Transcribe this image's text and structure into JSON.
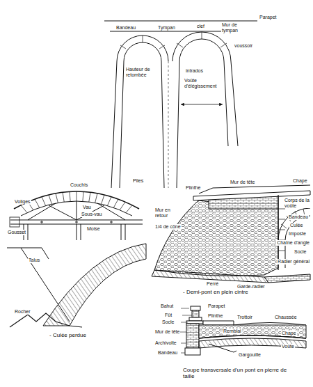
{
  "diagram": {
    "labels": [
      "Parapet",
      "Bandeau",
      "Tympan",
      "clef",
      "Mur de tympan",
      "voussoir",
      "Hauteur de retombée",
      "intrados",
      "Voûte d'élégissement",
      "Piles",
      "Couchis",
      "Voliges",
      "Vau",
      "Sous-vau",
      "Moise",
      "Gousset",
      "Talus",
      "Rocher",
      "- Culée perdue",
      "Plinthe",
      "Mur de tête",
      "Chape",
      "Corps de la voûte",
      "Bandeau",
      "Culée",
      "Imposte",
      "Chaîne d'angle",
      "Socle",
      "Radier général",
      "Garde-radier",
      "Perré",
      "Mur en retour",
      "1/4 de cône",
      "- Demi-pont en plein cintre",
      "Bahut",
      "Parapet",
      "Fût",
      "Socle",
      "Plinthe",
      "Trottoir",
      "Chaussée",
      "Mur de tête",
      "Remblai",
      "Archivolte",
      "Chape",
      "Voûte",
      "Bandeau",
      "Gargouille",
      "Coupe transversale d'un pont en pierre de taille"
    ]
  }
}
